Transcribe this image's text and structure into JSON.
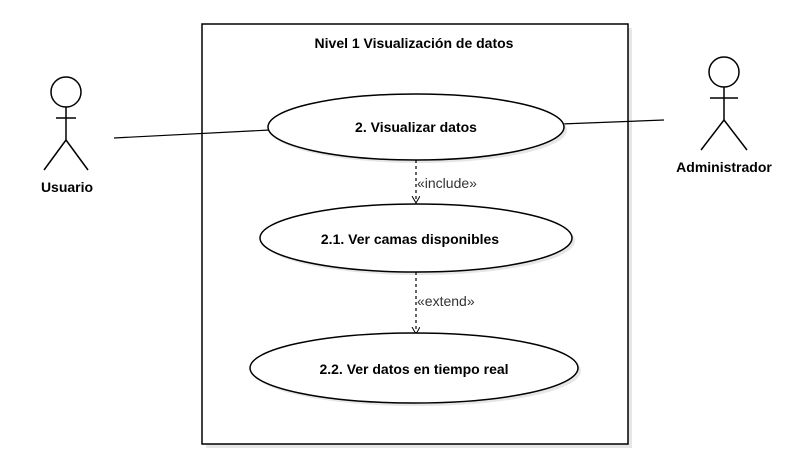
{
  "system": {
    "title": "Nivel 1 Visualización de datos"
  },
  "actors": {
    "user": {
      "label": "Usuario"
    },
    "admin": {
      "label": "Administrador"
    }
  },
  "use_cases": {
    "visualize": {
      "label": "2. Visualizar datos"
    },
    "beds": {
      "label": "2.1. Ver camas disponibles"
    },
    "realtime": {
      "label": "2.2. Ver datos en tiempo real"
    }
  },
  "relations": {
    "include": {
      "label": "«include»"
    },
    "extend": {
      "label": "«extend»"
    }
  },
  "colors": {
    "line": "#000000",
    "text_relation": "#333333",
    "shadow": "#e6e6e6",
    "background": "#ffffff"
  }
}
